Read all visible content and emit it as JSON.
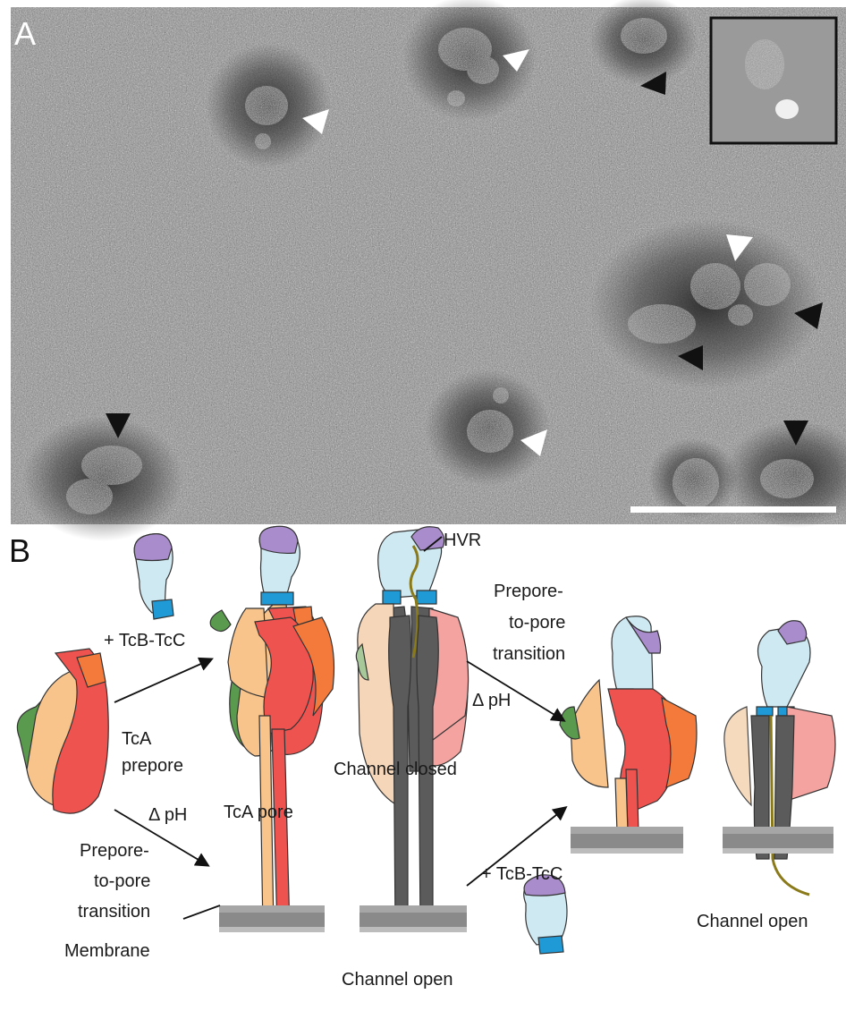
{
  "panel_a": {
    "letter": "A"
  },
  "panel_b": {
    "letter": "B",
    "labels": {
      "tcb_tcc_top": "+ TcB-TcC",
      "tca_prepore_line1": "TcA",
      "tca_prepore_line2": "prepore",
      "hvr": "HVR",
      "channel_closed": "Channel closed",
      "prepore_to_pore_top_1": "Prepore-",
      "prepore_to_pore_top_2": "to-pore",
      "prepore_to_pore_top_3": "transition",
      "delta_ph_top": "Δ pH",
      "delta_ph_bottom": "Δ pH",
      "tca_pore": "TcA pore",
      "prepore_to_pore_bottom_1": "Prepore-",
      "prepore_to_pore_bottom_2": "to-pore",
      "prepore_to_pore_bottom_3": "transition",
      "membrane": "Membrane",
      "channel_open_bottom": "Channel open",
      "tcb_tcc_bottom": "+ TcB-TcC",
      "channel_open_right": "Channel open"
    }
  },
  "colors": {
    "micrograph_bg": "#8e8e8e",
    "tca_red": "#ef5350",
    "tca_orange": "#f47a3c",
    "tca_peach": "#f8c48c",
    "tca_green": "#5a9a4e",
    "tcb_lightblue": "#cfe9f2",
    "tcb_blue": "#1f9ad6",
    "tcc_purple": "#a98ccb",
    "channel_gray": "#5b5b5b",
    "membrane_gray": "#8a8a8a",
    "hvr_olive": "#8a7a1a"
  }
}
